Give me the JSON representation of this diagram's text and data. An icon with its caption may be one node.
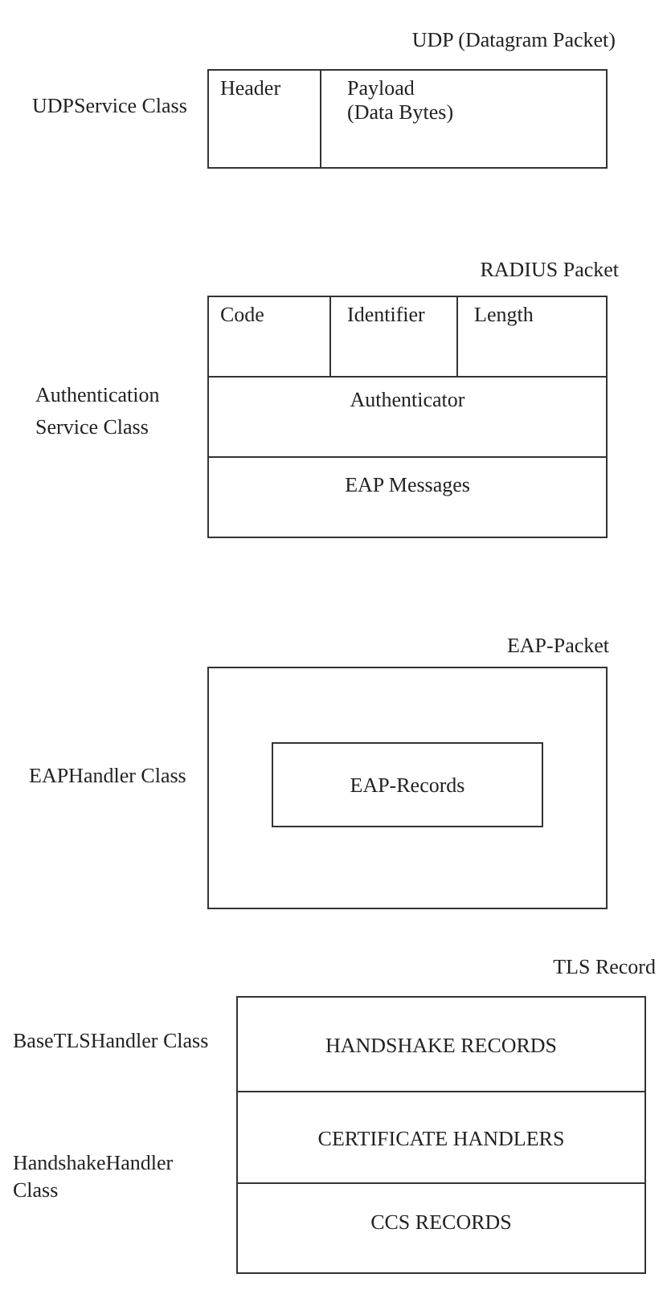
{
  "diagram": {
    "nodes": [
      {
        "text": [
          "UDP (Datagram Packet)"
        ],
        "beside": [
          "UDPService Class"
        ]
      },
      {
        "text": [
          "Header"
        ],
        "in": 0
      },
      {
        "text": [
          "Payload (Data Bytes)"
        ],
        "in": 0
      },
      {
        "text": [
          "RADIUS Packet"
        ],
        "beside": [
          "Authentication Service Class"
        ]
      },
      {
        "text": [
          "Code"
        ],
        "in": 3
      },
      {
        "text": [
          "Identifier"
        ],
        "in": 3
      },
      {
        "text": [
          "Length"
        ],
        "in": 3
      },
      {
        "text": [
          "Authenticator"
        ],
        "in": 3
      },
      {
        "text": [
          "EAP Messages"
        ],
        "in": 3
      },
      {
        "text": [
          "EAP-Packet"
        ],
        "beside": [
          "EAPHandler Class"
        ]
      },
      {
        "text": [
          "EAP-Records"
        ],
        "in": 9
      },
      {
        "text": [
          "TLS Record"
        ],
        "beside": [
          "BaseTLSHandler Class",
          "HandshakeHandler Class"
        ]
      },
      {
        "text": [
          "HANDSHAKE RECORDS"
        ],
        "in": 11
      },
      {
        "text": [
          "CERTIFICATE HANDLERS"
        ],
        "in": 11
      },
      {
        "text": [
          "CCS RECORDS"
        ],
        "in": 11
      }
    ]
  }
}
